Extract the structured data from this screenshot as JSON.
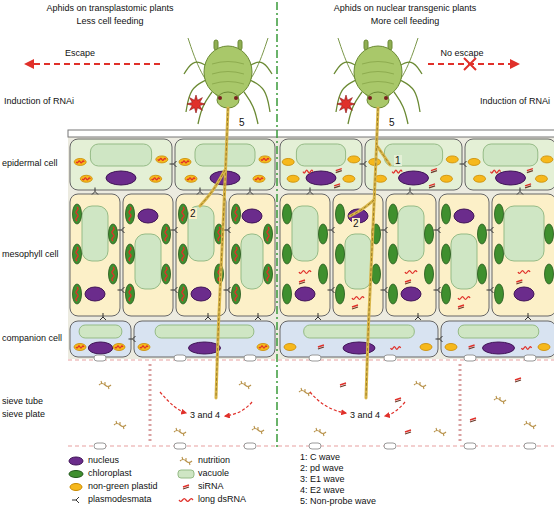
{
  "diagram": {
    "labels": [
      "Aphids on transplastomic plants",
      "Less cell feeding",
      "Aphids on nuclear transgenic plants",
      "More cell feeding",
      "Escape",
      "No escape",
      "Induction of RNAi",
      "Induction of RNAi",
      "5",
      "5",
      "1",
      "2",
      "2",
      "3 and 4",
      "3 and 4",
      "epidermal cell",
      "mesophyll cell",
      "companion cell",
      "sieve tube",
      "sieve plate",
      "1: C wave",
      "2: pd wave",
      "3: E1 wave",
      "4: E2 wave",
      "5: Non-probe wave"
    ],
    "legend": [
      {
        "text": "nucleus",
        "color": "#6b2c8c"
      },
      {
        "text": "chloroplast",
        "color": "#3f8f2e"
      },
      {
        "text": "non-green plastid",
        "color": "#f6b81c"
      },
      {
        "text": "plasmodesmata"
      },
      {
        "text": "nutrition"
      },
      {
        "text": "vacuole",
        "color": "#cfe6c4"
      },
      {
        "text": "siRNA"
      },
      {
        "text": "long dsRNA"
      }
    ]
  }
}
